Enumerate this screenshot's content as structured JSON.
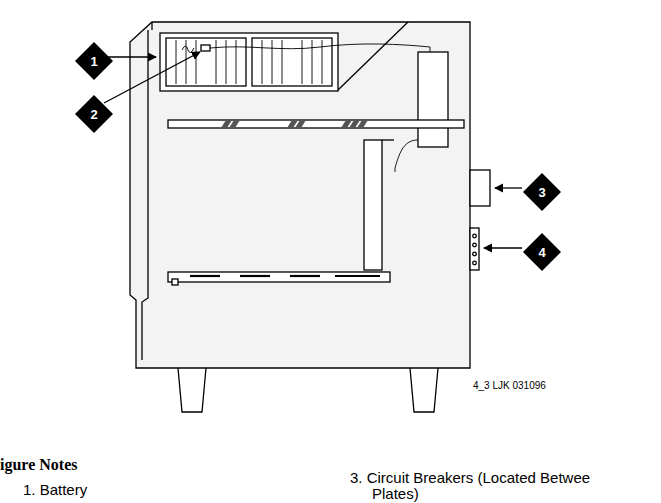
{
  "diagram": {
    "title": "igure Notes",
    "nodes": [
      {
        "text": [
          "1"
        ]
      },
      {
        "text": [
          "2"
        ]
      },
      {
        "text": [
          "3"
        ]
      },
      {
        "text": [
          "4"
        ]
      }
    ],
    "labels": [
      "4_3 LJK 031096",
      "1. Battery",
      "3. Circuit Breakers (Located Betwee Plates)"
    ]
  }
}
